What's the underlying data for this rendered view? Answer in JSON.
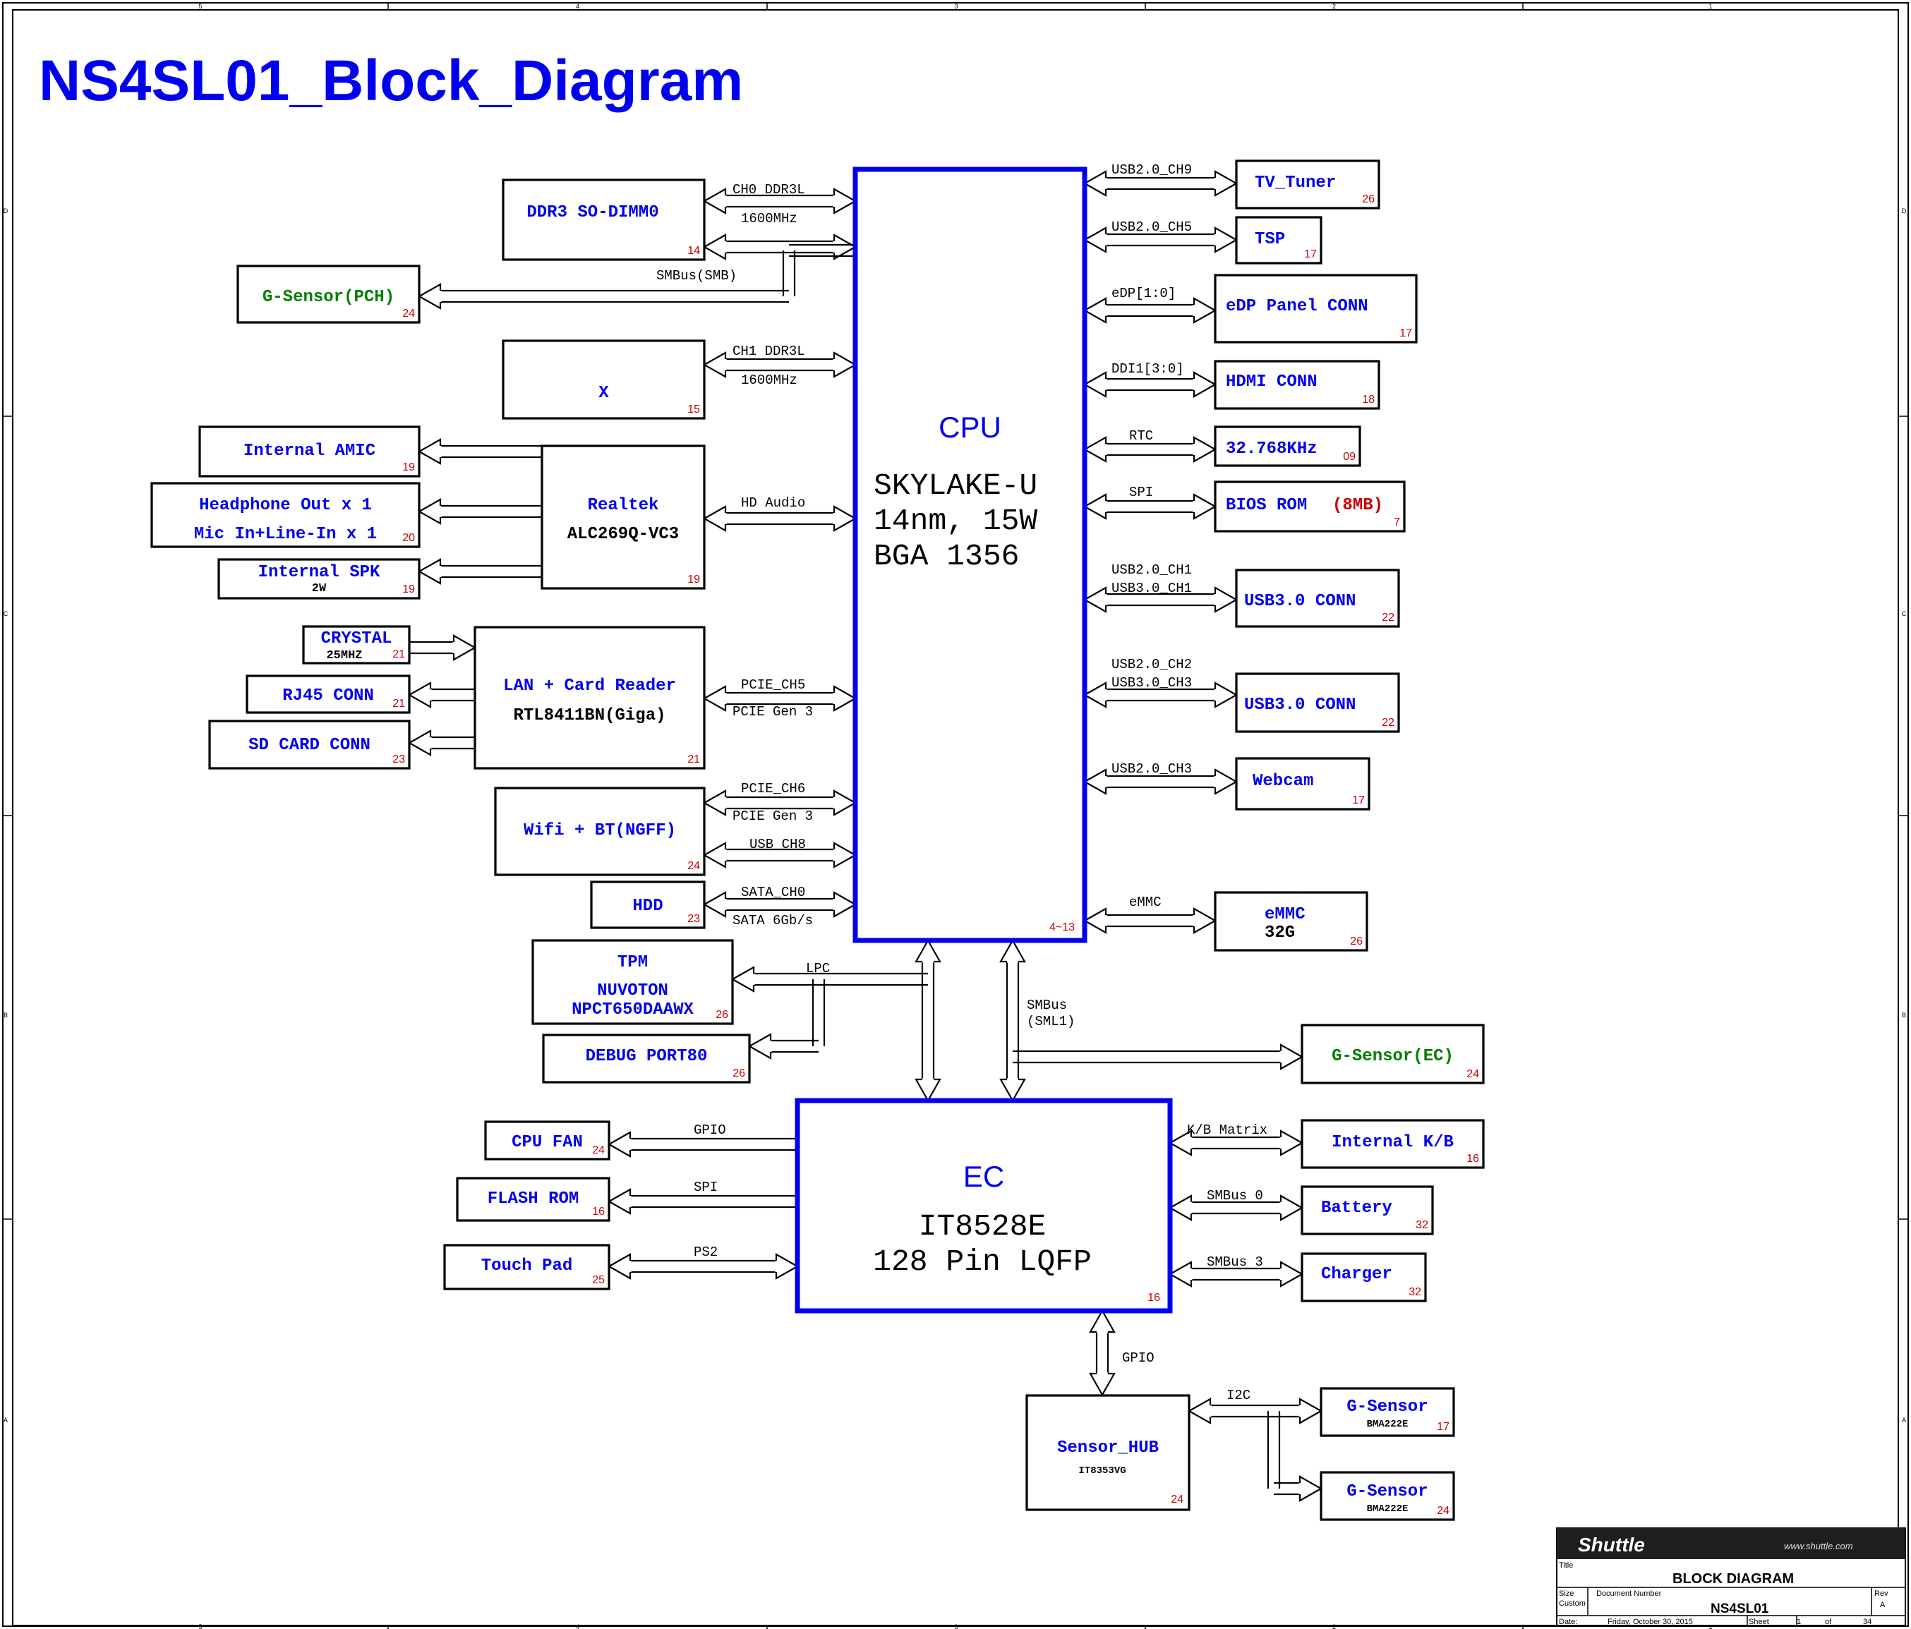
{
  "title": "NS4SL01_Block_Diagram",
  "colors": {
    "blue": "#0000ee",
    "green": "#008000",
    "red": "#cc0000",
    "black": "#000000"
  },
  "border_ticks": {
    "top": [
      "5",
      "4",
      "3",
      "2",
      "1"
    ],
    "bottom": [
      "5",
      "4",
      "3",
      "2",
      "1"
    ],
    "left": [
      "D",
      "C",
      "B",
      "A"
    ],
    "right": [
      "D",
      "C",
      "B",
      "A"
    ]
  },
  "cpu": {
    "title": "CPU",
    "lines": [
      "SKYLAKE-U",
      "14nm, 15W",
      "BGA 1356"
    ],
    "page": "4~13"
  },
  "ec": {
    "title": "EC",
    "lines": [
      "IT8528E",
      "128 Pin LQFP"
    ],
    "page": "16"
  },
  "sensor_hub": {
    "title": "Sensor_HUB",
    "sub": "IT8353VG",
    "page": "24"
  },
  "blocks": {
    "ddr3": {
      "lines": [
        "DDR3 SO-DIMM0"
      ],
      "page": "14"
    },
    "x": {
      "lines": [
        "X"
      ],
      "page": "15"
    },
    "gsensor_pch": {
      "lines": [
        "G-Sensor(PCH)"
      ],
      "page": "24"
    },
    "amic": {
      "lines": [
        "Internal AMIC"
      ],
      "page": "19"
    },
    "headphone": {
      "lines": [
        "Headphone Out x 1",
        "Mic In+Line-In x 1"
      ],
      "page": "20"
    },
    "spk": {
      "lines": [
        "Internal SPK"
      ],
      "sub": "2W",
      "page": "19"
    },
    "realtek": {
      "lines": [
        "Realtek",
        "ALC269Q-VC3"
      ],
      "page": "19"
    },
    "crystal": {
      "lines": [
        "CRYSTAL"
      ],
      "sub": "25MHZ",
      "page": "21"
    },
    "rj45": {
      "lines": [
        "RJ45 CONN"
      ],
      "page": "21"
    },
    "sdcard": {
      "lines": [
        "SD CARD CONN"
      ],
      "page": "23"
    },
    "lan": {
      "lines": [
        "LAN + Card Reader",
        "RTL8411BN(Giga)"
      ],
      "page": "21"
    },
    "wifi": {
      "lines": [
        "Wifi + BT(NGFF)"
      ],
      "page": "24"
    },
    "hdd": {
      "lines": [
        "HDD"
      ],
      "page": "23"
    },
    "tpm": {
      "lines": [
        "TPM",
        "NUVOTON",
        "NPCT650DAAWX"
      ],
      "page": "26"
    },
    "debug": {
      "lines": [
        "DEBUG PORT80"
      ],
      "page": "26"
    },
    "tv": {
      "lines": [
        "TV_Tuner"
      ],
      "page": "26"
    },
    "tsp": {
      "lines": [
        "TSP"
      ],
      "page": "17"
    },
    "edp": {
      "lines": [
        "eDP Panel CONN"
      ],
      "page": "17"
    },
    "hdmi": {
      "lines": [
        "HDMI CONN"
      ],
      "page": "18"
    },
    "rtc": {
      "lines": [
        "32.768KHz"
      ],
      "page": "09"
    },
    "bios": {
      "lines": [
        "BIOS ROM"
      ],
      "extra": "(8MB)",
      "page": "7"
    },
    "usb1": {
      "lines": [
        "USB3.0 CONN"
      ],
      "page": "22"
    },
    "usb2": {
      "lines": [
        "USB3.0 CONN"
      ],
      "page": "22"
    },
    "webcam": {
      "lines": [
        "Webcam"
      ],
      "page": "17"
    },
    "emmc": {
      "lines": [
        "eMMC",
        "32G"
      ],
      "page": "26"
    },
    "gsensor_ec": {
      "lines": [
        "G-Sensor(EC)"
      ],
      "page": "24"
    },
    "kb": {
      "lines": [
        "Internal K/B"
      ],
      "page": "16"
    },
    "battery": {
      "lines": [
        "Battery"
      ],
      "page": "32"
    },
    "charger": {
      "lines": [
        "Charger"
      ],
      "page": "32"
    },
    "cpufan": {
      "lines": [
        "CPU FAN"
      ],
      "page": "24"
    },
    "flash": {
      "lines": [
        "FLASH ROM"
      ],
      "page": "16"
    },
    "touchpad": {
      "lines": [
        "Touch Pad"
      ],
      "page": "25"
    },
    "gs1": {
      "lines": [
        "G-Sensor"
      ],
      "sub": "BMA222E",
      "page": "17"
    },
    "gs2": {
      "lines": [
        "G-Sensor"
      ],
      "sub": "BMA222E",
      "page": "24"
    }
  },
  "buses": {
    "ch0": [
      "CH0 DDR3L",
      "1600MHz"
    ],
    "smb": "SMBus(SMB)",
    "ch1": [
      "CH1 DDR3L",
      "1600MHz"
    ],
    "hda": "HD Audio",
    "pcie5": [
      "PCIE_CH5",
      "PCIE Gen 3"
    ],
    "pcie6": [
      "PCIE_CH6",
      "PCIE Gen 3"
    ],
    "usb8": "USB_CH8",
    "sata": [
      "SATA_CH0",
      "SATA 6Gb/s"
    ],
    "lpc": "LPC",
    "sml1": [
      "SMBus",
      "(SML1)"
    ],
    "usb9": "USB2.0_CH9",
    "usb5": "USB2.0_CH5",
    "edp": "eDP[1:0]",
    "ddi": "DDI1[3:0]",
    "rtc": "RTC",
    "spi_cpu": "SPI",
    "usbc1": [
      "USB2.0_CH1",
      "USB3.0_CH1"
    ],
    "usbc2": [
      "USB2.0_CH2",
      "USB3.0_CH3"
    ],
    "usb3": "USB2.0_CH3",
    "emmc": "eMMC",
    "kbm": "K/B Matrix",
    "smb0": "SMBus 0",
    "smb3": "SMBus 3",
    "gpio_fan": "GPIO",
    "spi_ec": "SPI",
    "ps2": "PS2",
    "gpio_hub": "GPIO",
    "i2c": "I2C"
  },
  "title_block": {
    "company": "Shuttle",
    "web": "www.shuttle.com",
    "title_label": "Title",
    "title": "BLOCK DIAGRAM",
    "size_label": "Size",
    "size": "Custom",
    "docnum_label": "Document Number",
    "docnum": "NS4SL01",
    "rev_label": "Rev",
    "rev": "A",
    "date_label": "Date:",
    "date": "Friday, October 30, 2015",
    "sheet_label": "Sheet",
    "sheet": "1",
    "of_label": "of",
    "of": "34"
  }
}
